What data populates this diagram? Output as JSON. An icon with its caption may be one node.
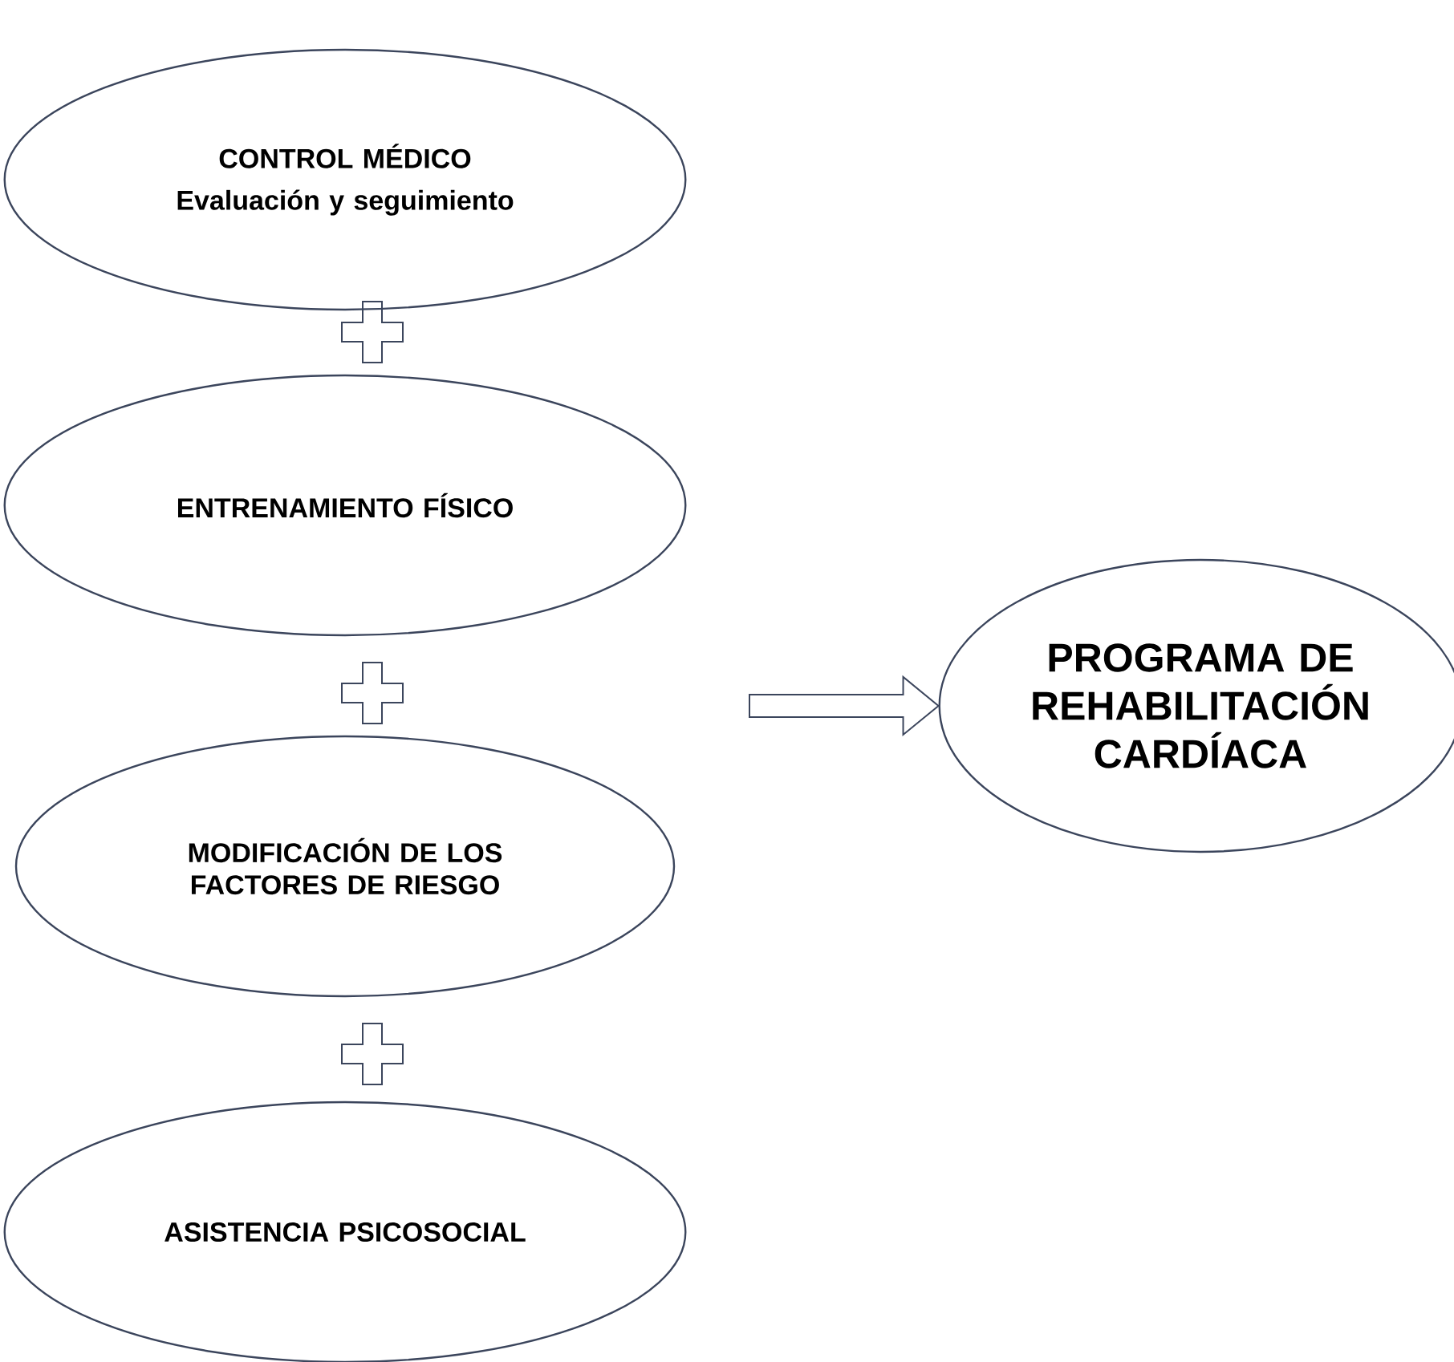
{
  "diagram": {
    "nodes": [
      {
        "text": [
          "CONTROL MÉDICO",
          "Evaluación y seguimiento"
        ]
      },
      {
        "text": [
          "ENTRENAMIENTO FÍSICO"
        ]
      },
      {
        "text": [
          "MODIFICACIÓN DE LOS FACTORES DE RIESGO"
        ]
      },
      {
        "text": [
          "ASISTENCIA PSICOSOCIAL"
        ]
      },
      {
        "text": [
          "PROGRAMA DE REHABILITACIÓN CARDÍACA"
        ]
      }
    ],
    "edges": [
      {
        "from": null,
        "to": 4,
        "arrow": "to"
      }
    ]
  }
}
